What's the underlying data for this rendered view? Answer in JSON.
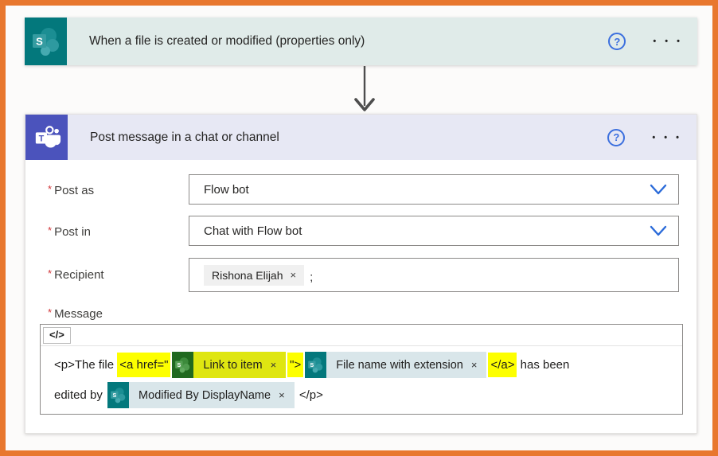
{
  "colors": {
    "frame_border": "#e8772e",
    "sharepoint_teal": "#03787c",
    "teams_purple": "#4b53bc",
    "trigger_header_bg": "#e0ebe9",
    "action_header_bg": "#e7e8f4",
    "highlight_yellow": "#fdff00",
    "token_bg_blue": "#d9e6ea",
    "token_bg_highlighted": "#dfe611",
    "accent_blue": "#3b6fde",
    "required_red": "#d13438"
  },
  "icons": {
    "help": "?",
    "menu": "• • •",
    "code_view": "</>",
    "remove": "×",
    "connector_trigger": "sharepoint-icon",
    "connector_action": "teams-icon",
    "dropdown": "chevron-down"
  },
  "trigger_card": {
    "title": "When a file is created or modified (properties only)"
  },
  "action_card": {
    "title": "Post message in a chat or channel",
    "fields": {
      "post_as": {
        "label": "Post as",
        "required": "*",
        "value": "Flow bot"
      },
      "post_in": {
        "label": "Post in",
        "required": "*",
        "value": "Chat with Flow bot"
      },
      "recipient": {
        "label": "Recipient",
        "required": "*",
        "chip": {
          "label": "Rishona Elijah",
          "remove": "×"
        },
        "separator": ";"
      },
      "message": {
        "label": "Message",
        "required": "*",
        "code_button": "</>",
        "segments": {
          "text1": "<p>The file ",
          "hl_open_a": "<a href=\"",
          "hl_close_quote": "\">",
          "hl_close_a": "</a>",
          "text2": " has been",
          "text3": "edited by ",
          "text4": " </p>"
        },
        "tokens": {
          "link_to_item": {
            "label": "Link to item",
            "remove": "×",
            "highlighted": true
          },
          "file_name": {
            "label": "File name with extension",
            "remove": "×"
          },
          "modified_by": {
            "label": "Modified By DisplayName",
            "remove": "×"
          }
        }
      }
    }
  }
}
